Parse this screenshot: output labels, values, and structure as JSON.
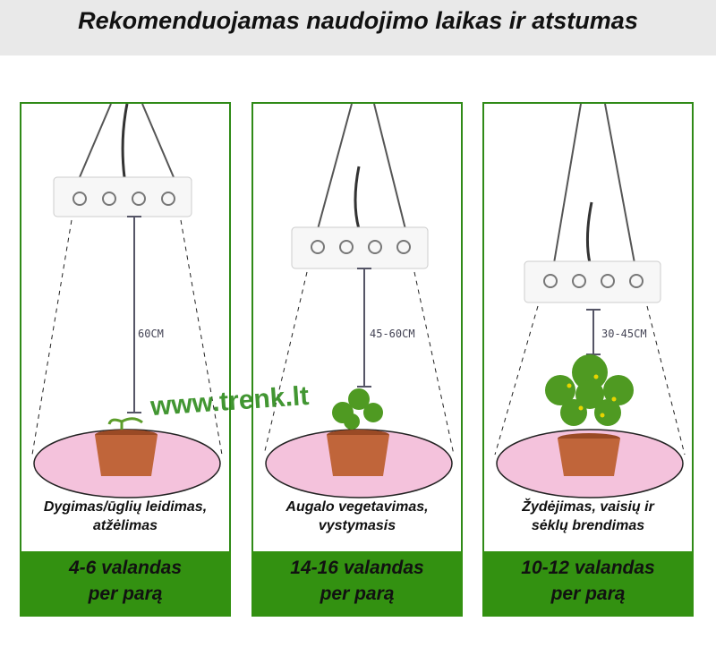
{
  "title": "Rekomenduojamas naudojimo laikas ir atstumas",
  "watermark": "www.trenk.lt",
  "colors": {
    "green": "#339111",
    "pink": "#f4c2dc",
    "pot": "#c0653a"
  },
  "panels": [
    {
      "distance": "60CM",
      "stage_line1": "Dygimas/ūglių leidimas,",
      "stage_line2": "atžėlimas",
      "hours_line1": "4-6 valandas",
      "hours_line2": "per parą",
      "plant": "seedling"
    },
    {
      "distance": "45-60CM",
      "stage_line1": "Augalo vegetavimas,",
      "stage_line2": "vystymasis",
      "hours_line1": "14-16 valandas",
      "hours_line2": "per parą",
      "plant": "young"
    },
    {
      "distance": "30-45CM",
      "stage_line1": "Žydėjimas, vaisių ir",
      "stage_line2": "sėklų brendimas",
      "hours_line1": "10-12 valandas",
      "hours_line2": "per parą",
      "plant": "flowering"
    }
  ]
}
